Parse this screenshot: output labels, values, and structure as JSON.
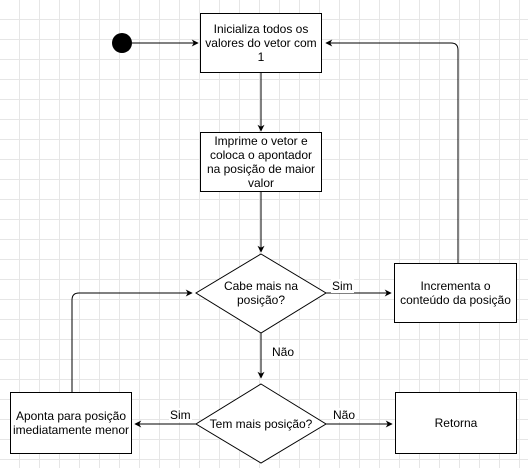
{
  "nodes": {
    "start": "",
    "init": "Inicializa todos os valores do vetor com 1",
    "print": "Imprime o vetor e coloca o apontador na posição de maior valor",
    "decision_fits": "Cabe mais na posição?",
    "increment": "Incrementa o conteúdo da posição",
    "decision_more": "Tem mais posição?",
    "point_lower": "Aponta para posição imediatamente menor",
    "return": "Retorna"
  },
  "edges": {
    "fits_yes": "Sim",
    "fits_no": "Não",
    "more_yes": "Sim",
    "more_no": "Não"
  },
  "colors": {
    "stroke": "#000000",
    "fill": "#ffffff",
    "start": "#000000"
  }
}
